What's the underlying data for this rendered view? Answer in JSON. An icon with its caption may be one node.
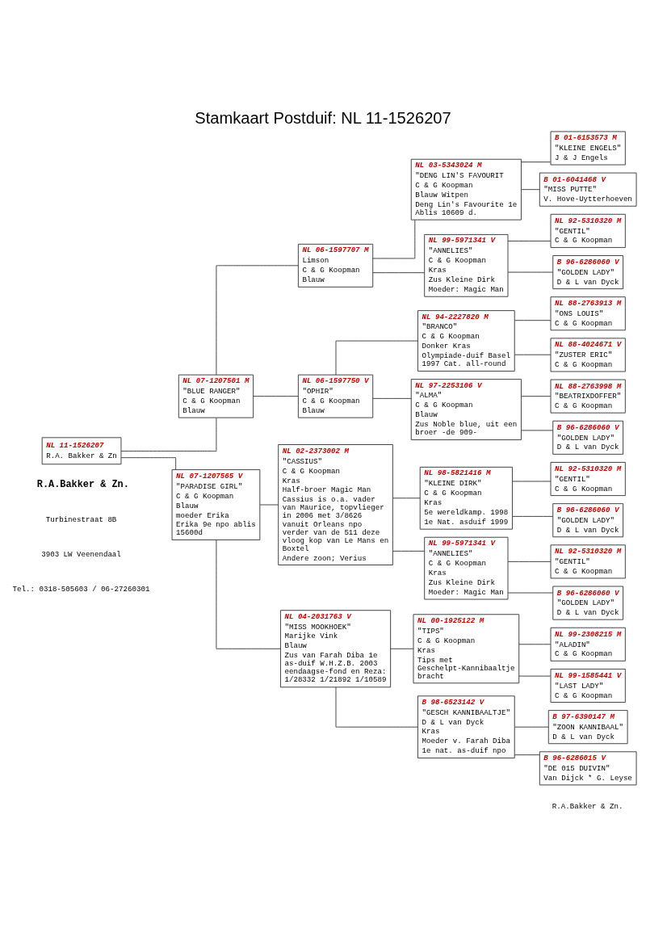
{
  "diagram": {
    "title": "Stamkaart Postduif: NL 11-1526207",
    "nodes": [
      {
        "text": [
          "NL 11-1526207",
          "R.A. Bakker & Zn"
        ]
      },
      {
        "text": [
          "NL 07-1207501 M",
          "\"BLUE RANGER\"",
          "C & G Koopman",
          "Blauw"
        ]
      },
      {
        "text": [
          "NL 07-1207565 V",
          "\"PARADISE GIRL\"",
          "C & G Koopman",
          "Blauw",
          "moeder Erika",
          "Erika 9e npo ablis 15600d"
        ]
      },
      {
        "text": [
          "NL 06-1597707 M",
          "Limson",
          "C & G Koopman",
          "Blauw"
        ]
      },
      {
        "text": [
          "NL 06-1597750 V",
          "\"OPHIR\"",
          "C & G Koopman",
          "Blauw"
        ]
      },
      {
        "text": [
          "NL 02-2373002 M",
          "\"CASSIUS\"",
          "C & G Koopman",
          "Kras",
          "Half-broer Magic Man",
          "Cassius is o.a. vader van Maurice, topvlieger in 2006 met 3/8626 vanuit Orleans npo verder van de 511 deze vloog kop van Le Mans en Boxtel",
          "Andere zoon; Verius"
        ]
      },
      {
        "text": [
          "NL 04-2031763 V",
          "\"MISS MOOKHOEK\"",
          "Marijke Vink",
          "Blauw",
          "Zus van Farah Diba 1e as-duif W.H.Z.B. 2003 eendaagse-fond en Reza: 1/28332 1/21892 1/10589"
        ]
      },
      {
        "text": [
          "NL 03-5343024 M",
          "\"DENG LIN'S FAVOURIT",
          "C & G Koopman",
          "Blauw Witpen",
          "Deng Lin's Favourite 1e Ablis 10609 d."
        ]
      },
      {
        "text": [
          "NL 99-5971341 V",
          "\"ANNELIES\"",
          "C & G Koopman",
          "Kras",
          "Zus Kleine Dirk",
          "Moeder: Magic Man"
        ]
      },
      {
        "text": [
          "NL 94-2227820 M",
          "\"BRANCO\"",
          "C & G Koopman",
          "Donker Kras",
          "Olympiade-duif Basel 1997 Cat. all-round"
        ]
      },
      {
        "text": [
          "NL 97-2253106 V",
          "\"ALMA\"",
          "C & G Koopman",
          "Blauw",
          "Zus Noble blue, uit een broer -de 909-"
        ]
      },
      {
        "text": [
          "NL 98-5821416 M",
          "\"KLEINE DIRK\"",
          "C & G Koopman",
          "Kras",
          "5e wereldkamp. 1998",
          "1e Nat. asduif 1999"
        ]
      },
      {
        "text": [
          "NL 99-5971341 V",
          "\"ANNELIES\"",
          "C & G Koopman",
          "Kras",
          "Zus Kleine Dirk",
          "Moeder: Magic Man"
        ]
      },
      {
        "text": [
          "NL 00-1925122 M",
          "\"TIPS\"",
          "C & G Koopman",
          "Kras",
          "Tips met Geschelpt-Kannibaaltje bracht"
        ]
      },
      {
        "text": [
          "B 98-6523142 V",
          "\"GESCH KANNIBAALTJE\"",
          "D & L van Dyck",
          "Kras",
          "Moeder v. Farah Diba",
          "1e nat. as-duif npo"
        ]
      },
      {
        "text": [
          "B 01-6153573 M",
          "\"KLEINE ENGELS\"",
          "J & J Engels"
        ]
      },
      {
        "text": [
          "B 01-6041468 V",
          "\"MISS PUTTE\"",
          "V. Hove-Uytterhoeven"
        ]
      },
      {
        "text": [
          "NL 92-5310320 M",
          "\"GENTIL\"",
          "C & G Koopman"
        ]
      },
      {
        "text": [
          "B 96-6286060 V",
          "\"GOLDEN LADY\"",
          "D & L van Dyck"
        ]
      },
      {
        "text": [
          "NL 88-2763913 M",
          "\"ONS LOUIS\"",
          "C & G Koopman"
        ]
      },
      {
        "text": [
          "NL 88-4024671 V",
          "\"ZUSTER ERIC\"",
          "C & G Koopman"
        ]
      },
      {
        "text": [
          "NL 88-2763998 M",
          "\"BEATRIXDOFFER\"",
          "C & G Koopman"
        ]
      },
      {
        "text": [
          "B 96-6286060 V",
          "\"GOLDEN LADY\"",
          "D & L van Dyck"
        ]
      },
      {
        "text": [
          "NL 92-5310320 M",
          "\"GENTIL\"",
          "C & G Koopman"
        ]
      },
      {
        "text": [
          "B 96-6286060 V",
          "\"GOLDEN LADY\"",
          "D & L van Dyck"
        ]
      },
      {
        "text": [
          "NL 92-5310320 M",
          "\"GENTIL\"",
          "C & G Koopman"
        ]
      },
      {
        "text": [
          "B 96-6286060 V",
          "\"GOLDEN LADY\"",
          "D & L van Dyck"
        ]
      },
      {
        "text": [
          "NL 99-2308215 M",
          "\"ALADIN\"",
          "C & G Koopman"
        ]
      },
      {
        "text": [
          "NL 99-1585441 V",
          "\"LAST LADY\"",
          "C & G Koopman"
        ]
      },
      {
        "text": [
          "B 97-6390147 M",
          "\"ZOON KANNIBAAL\"",
          "D & L van Dyck"
        ]
      },
      {
        "text": [
          "B 96-6286015 V",
          "\"DE 015 DUIVIN\"",
          "Van Dijck * G. Leyse"
        ]
      }
    ],
    "edges": [
      {
        "from": 0,
        "to": 1,
        "arrow": "none"
      },
      {
        "from": 0,
        "to": 2,
        "arrow": "none"
      },
      {
        "from": 1,
        "to": 3,
        "arrow": "none"
      },
      {
        "from": 1,
        "to": 4,
        "arrow": "none"
      },
      {
        "from": 2,
        "to": 5,
        "arrow": "none"
      },
      {
        "from": 2,
        "to": 6,
        "arrow": "none"
      },
      {
        "from": 3,
        "to": 7,
        "arrow": "none"
      },
      {
        "from": 3,
        "to": 8,
        "arrow": "none"
      },
      {
        "from": 4,
        "to": 9,
        "arrow": "none"
      },
      {
        "from": 4,
        "to": 10,
        "arrow": "none"
      },
      {
        "from": 5,
        "to": 11,
        "arrow": "none"
      },
      {
        "from": 5,
        "to": 12,
        "arrow": "none"
      },
      {
        "from": 6,
        "to": 13,
        "arrow": "none"
      },
      {
        "from": 6,
        "to": 14,
        "arrow": "none"
      },
      {
        "from": 7,
        "to": 15,
        "arrow": "none"
      },
      {
        "from": 7,
        "to": 16,
        "arrow": "none"
      },
      {
        "from": 8,
        "to": 17,
        "arrow": "none"
      },
      {
        "from": 8,
        "to": 18,
        "arrow": "none"
      },
      {
        "from": 9,
        "to": 19,
        "arrow": "none"
      },
      {
        "from": 9,
        "to": 20,
        "arrow": "none"
      },
      {
        "from": 10,
        "to": 21,
        "arrow": "none"
      },
      {
        "from": 10,
        "to": 22,
        "arrow": "none"
      },
      {
        "from": 11,
        "to": 23,
        "arrow": "none"
      },
      {
        "from": 11,
        "to": 24,
        "arrow": "none"
      },
      {
        "from": 12,
        "to": 25,
        "arrow": "none"
      },
      {
        "from": 12,
        "to": 26,
        "arrow": "none"
      },
      {
        "from": 13,
        "to": 27,
        "arrow": "none"
      },
      {
        "from": 13,
        "to": 28,
        "arrow": "none"
      },
      {
        "from": 14,
        "to": 29,
        "arrow": "none"
      },
      {
        "from": 14,
        "to": 30,
        "arrow": "none"
      }
    ],
    "labels": [
      "R.A.Bakker & Zn.",
      "Turbinestraat 8B",
      "3903 LW Veenendaal",
      "Tel.: 0318-505603 / 06-27260301",
      "R.A.Bakker & Zn."
    ]
  }
}
